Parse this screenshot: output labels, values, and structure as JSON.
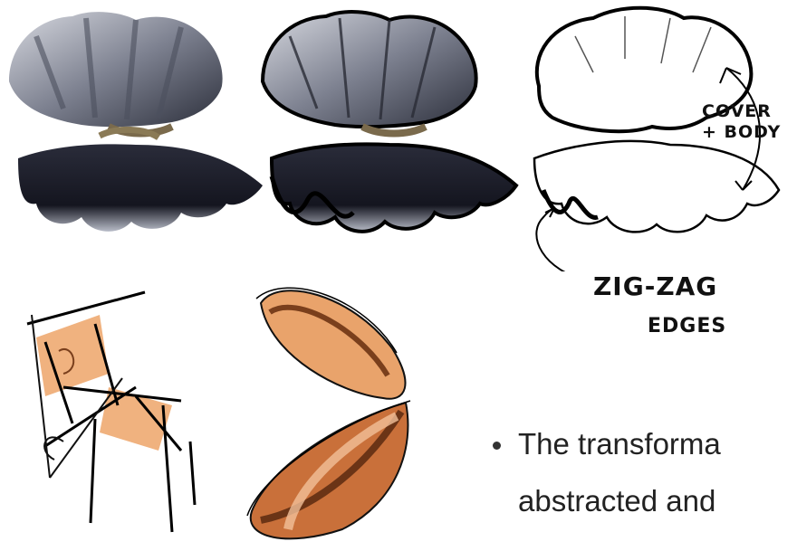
{
  "annotations": {
    "cover_body": "COVER\n+ BODY",
    "zigzag_line1": "ZIG-ZAG",
    "zigzag_line2": "EDGES"
  },
  "bullet": {
    "line1": "The transforma",
    "line2": "abstracted and"
  },
  "colors": {
    "shell_light": "#b9bcc6",
    "shell_dark": "#1d1f2c",
    "sketch_orange": "#e9a36b",
    "sketch_brown": "#7a3f1c",
    "ink": "#111111",
    "text": "#222222"
  },
  "icons": {
    "bullet": "bullet-dot"
  }
}
